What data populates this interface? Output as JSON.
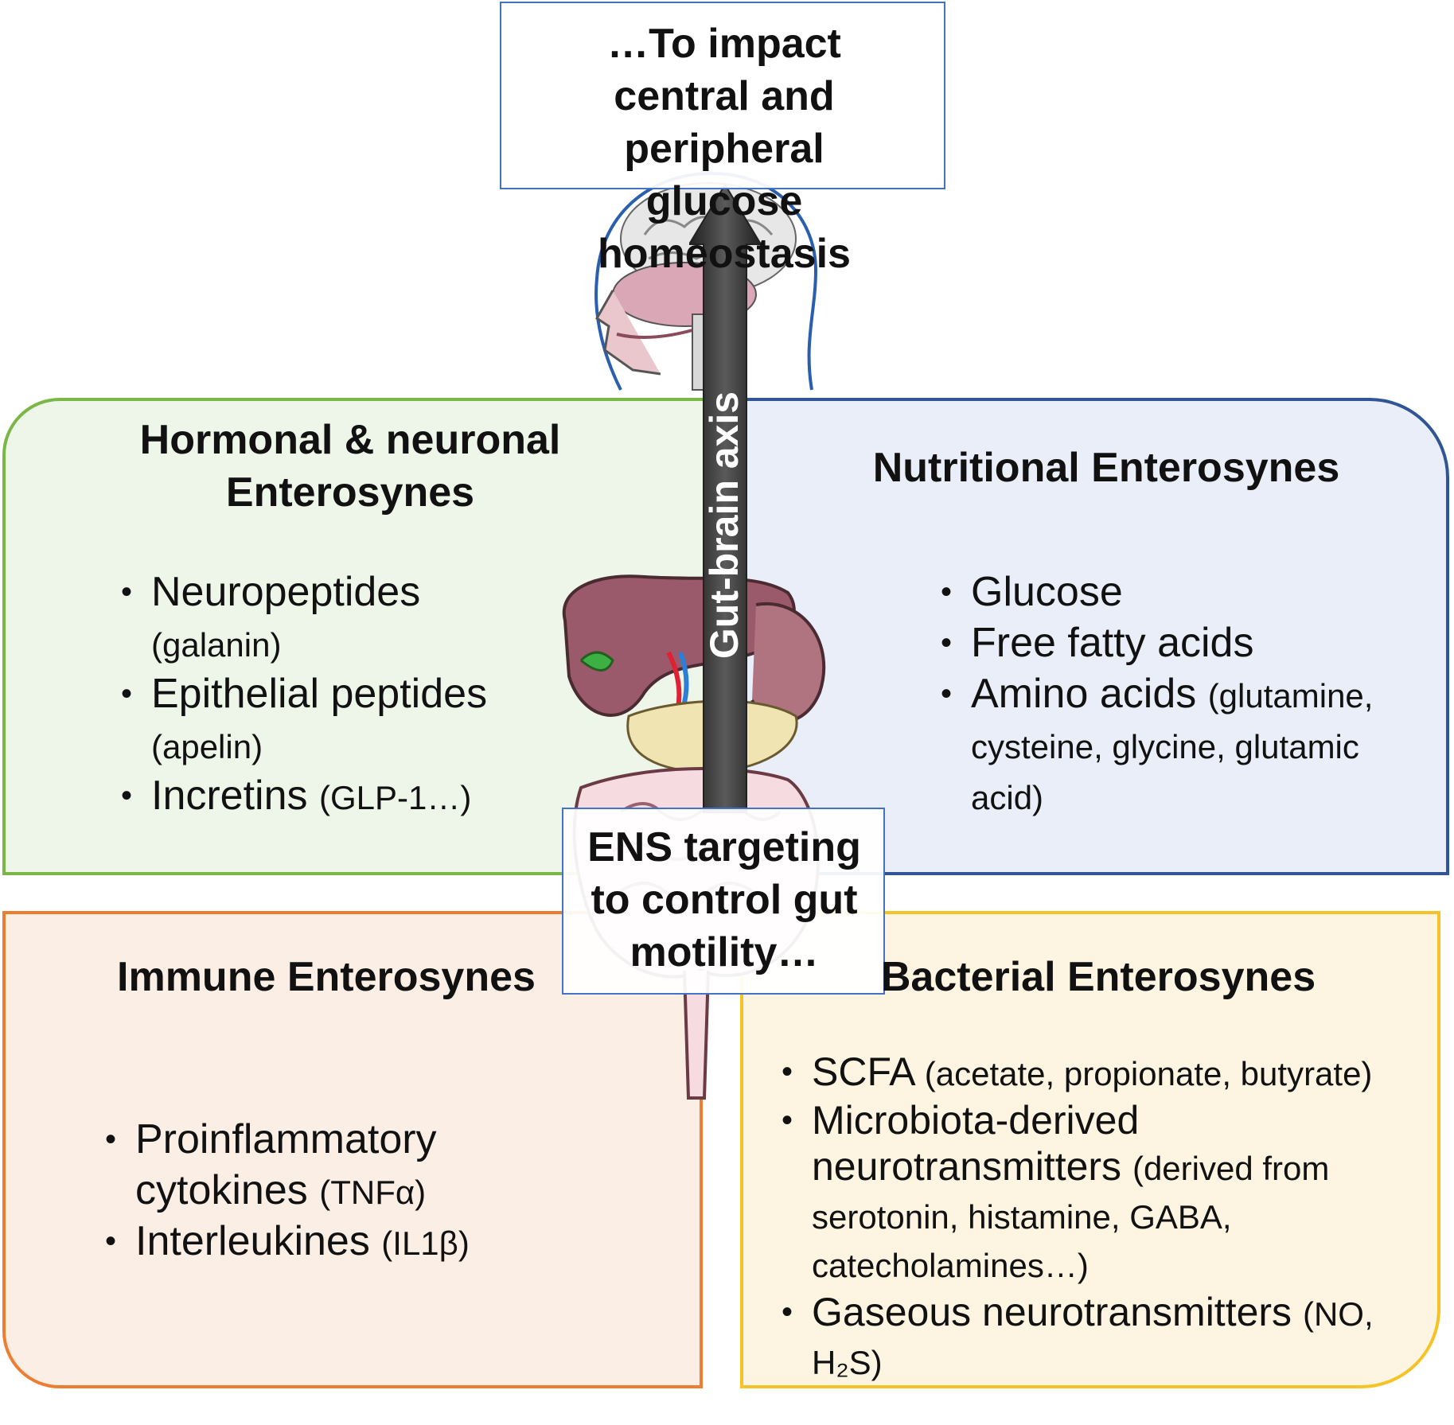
{
  "top_note": "…To impact central and peripheral glucose homeostasis",
  "axis_label": "Gut-brain axis",
  "ens_note": "ENS targeting to control gut motility…",
  "panels": {
    "hormonal": {
      "title": "Hormonal & neuronal Enterosynes",
      "items": [
        {
          "main": "Neuropeptides",
          "sub": "(galanin)"
        },
        {
          "main": "Epithelial peptides",
          "sub": "(apelin)"
        },
        {
          "main": "Incretins",
          "sub": "(GLP-1…)"
        }
      ]
    },
    "nutritional": {
      "title": "Nutritional Enterosynes",
      "items": [
        {
          "main": "Glucose",
          "sub": ""
        },
        {
          "main": "Free fatty acids",
          "sub": ""
        },
        {
          "main": "Amino acids",
          "sub": "(glutamine, cysteine, glycine, glutamic acid)"
        }
      ]
    },
    "immune": {
      "title": "Immune Enterosynes",
      "items": [
        {
          "main": "Proinflammatory cytokines",
          "sub": "(TNFα)"
        },
        {
          "main": "Interleukines",
          "sub": "(IL1β)"
        }
      ]
    },
    "bacterial": {
      "title": "Bacterial Enterosynes",
      "items": [
        {
          "main": "SCFA",
          "sub": "(acetate, propionate, butyrate)"
        },
        {
          "main": "Microbiota-derived neurotransmitters",
          "sub": "(derived from serotonin, histamine, GABA, catecholamines…)"
        },
        {
          "main": "Gaseous neurotransmitters",
          "sub": "(NO, H₂S)"
        }
      ]
    }
  },
  "colors": {
    "hormonal_border": "#7ab648",
    "hormonal_fill": "#eef5e9",
    "nutritional_border": "#2f5597",
    "nutritional_fill": "#e9eef8",
    "immune_border": "#ed7d31",
    "immune_fill": "#fbefe5",
    "bacterial_border": "#f5c326",
    "bacterial_fill": "#fdf5e1",
    "callout_border": "#4472c4",
    "arrow": "#3a3a3a"
  },
  "illustrations": [
    "head-brain-illustration",
    "digestive-organs-illustration"
  ]
}
